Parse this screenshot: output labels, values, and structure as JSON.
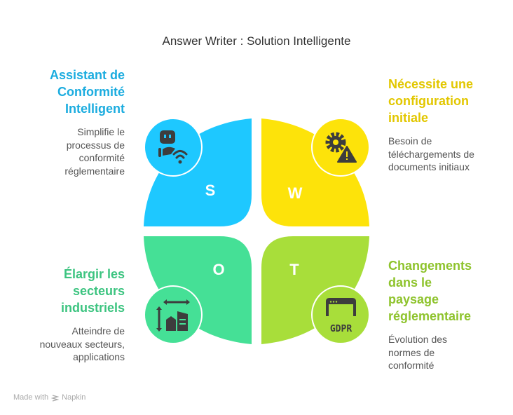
{
  "title": "Answer Writer : Solution Intelligente",
  "colors": {
    "strengths": "#1EC8FF",
    "weaknesses": "#FDE30A",
    "opportunities": "#45E096",
    "threats": "#A8DE3A",
    "icon": "#3d3d3d"
  },
  "quadrants": {
    "s": {
      "letter": "S",
      "icon": "robot-wifi-icon",
      "heading": [
        "Assistant de",
        "Conformité",
        "Intelligent"
      ],
      "desc": [
        "Simplifie le",
        "processus de",
        "conformité",
        "réglementaire"
      ],
      "heading_color": "#1BACDF"
    },
    "w": {
      "letter": "W",
      "icon": "gear-warning-icon",
      "heading": [
        "Nécessite une",
        "configuration",
        "initiale"
      ],
      "desc": [
        "Besoin de",
        "téléchargements de",
        "documents initiaux"
      ],
      "heading_color": "#E2C700"
    },
    "o": {
      "letter": "O",
      "icon": "buildings-expand-icon",
      "heading": [
        "Élargir les",
        "secteurs",
        "industriels"
      ],
      "desc": [
        "Atteindre de",
        "nouveaux secteurs,",
        "applications"
      ],
      "heading_color": "#3CC480"
    },
    "t": {
      "letter": "T",
      "icon": "gdpr-browser-icon",
      "heading": [
        "Changements",
        "dans le",
        "paysage",
        "réglementaire"
      ],
      "desc": [
        "Évolution des",
        "normes de",
        "conformité"
      ],
      "heading_color": "#8EC32C"
    }
  },
  "footer": {
    "made_with": "Made with",
    "brand": "Napkin"
  }
}
